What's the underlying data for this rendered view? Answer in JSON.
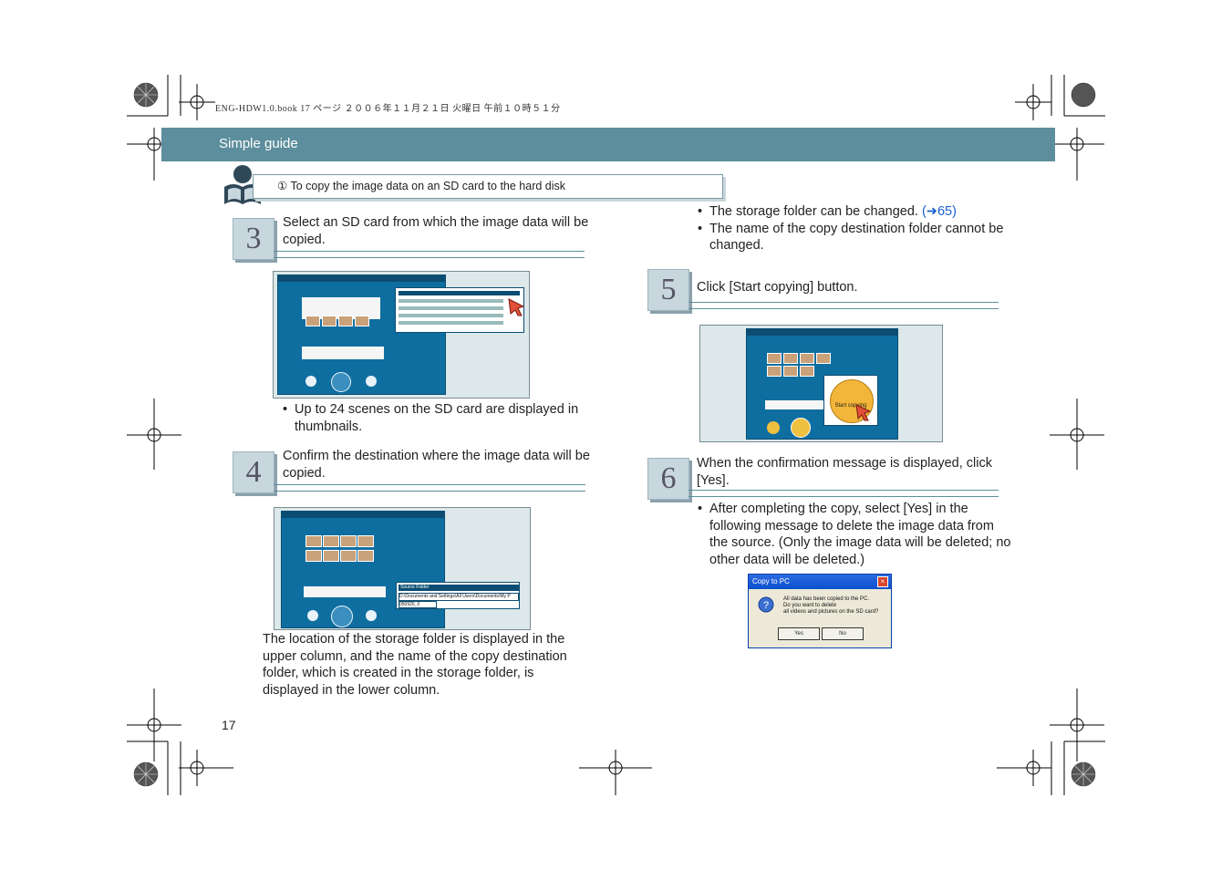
{
  "header_meta": "ENG-HDW1.0.book  17 ページ  ２００６年１１月２１日  火曜日  午前１０時５１分",
  "banner_title": "Simple guide",
  "section_title": "① To copy the image data on an SD card to the hard disk",
  "steps": [
    {
      "num": "3",
      "text": "Select an SD card from which the image data will be copied."
    },
    {
      "num": "4",
      "text": "Confirm the destination where the image data will be copied."
    },
    {
      "num": "5",
      "text": "Click [Start copying] button."
    },
    {
      "num": "6",
      "text": "When the confirmation message is displayed, click [Yes]."
    }
  ],
  "step3_bullets": [
    "Up to 24 scenes on the SD card are displayed in thumbnails."
  ],
  "step4_caption": "The location of the storage folder is displayed in the upper column, and the name of the copy destination folder, which is created in the storage folder, is displayed in the lower column.",
  "right_bullets": {
    "b1_text": "The storage folder can be changed. ",
    "b1_link": "(➜65)",
    "b2": "The name of the copy destination folder cannot be changed."
  },
  "step6_bullets": [
    "After completing the copy, select [Yes] in the following message to delete the image data from the source. (Only the image data will be deleted; no other data will be deleted.)"
  ],
  "screenshot_step4": {
    "popup_title": "Source Folder",
    "popup_path": "D:\\Documents and Settings\\All Users\\Documents\\My P",
    "popup_folder": "050926_0"
  },
  "screenshot_step5": {
    "zoom_label": "Start copying"
  },
  "dialog": {
    "title": "Copy to PC",
    "message_l1": "All data has been copied to the PC.",
    "message_l2": "Do you want to delete",
    "message_l3": "all videos and pictures on the SD card?",
    "yes": "Yes",
    "no": "No"
  },
  "page_number": "17",
  "colors": {
    "banner": "#5d8e9d",
    "app_blue": "#0f6ea0",
    "link": "#1a5fd0"
  }
}
